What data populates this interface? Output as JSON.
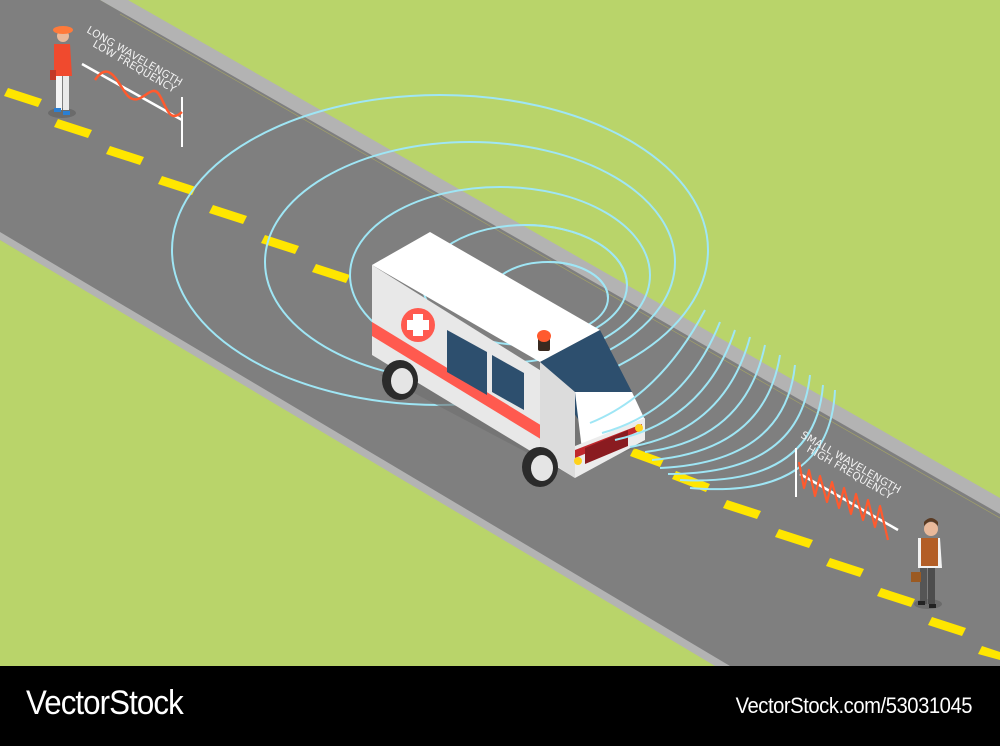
{
  "scene": {
    "description": "Isometric illustration of the Doppler effect: an ambulance drives along a road emitting sound waves; waves stretch behind and compress ahead",
    "colors": {
      "grass": "#b9d46a",
      "grass_shadow": "#a9c45c",
      "road": "#7f7f7f",
      "curb": "#b3b3b3",
      "lane_marking": "#ffe600",
      "wave": "#9fe6f5",
      "waveform": "#ff5a2e",
      "ambulance_body": "#ffffff",
      "ambulance_side": "#e6e6e6",
      "ambulance_stripe": "#ff5a4f",
      "window": "#2d4f6e"
    },
    "left_annotation": {
      "line1": "LONG WAVELENGTH",
      "line2": "LOW FREQUENCY"
    },
    "right_annotation": {
      "line1": "SMALL WAVELENGTH",
      "line2": "HIGH FREQUENCY"
    },
    "characters": [
      {
        "name": "woman-observer",
        "position": "behind ambulance (left)"
      },
      {
        "name": "man-observer",
        "position": "ahead of ambulance (right)"
      }
    ]
  },
  "banner": {
    "brand": "VectorStock",
    "reference": "VectorStock.com/53031045"
  }
}
